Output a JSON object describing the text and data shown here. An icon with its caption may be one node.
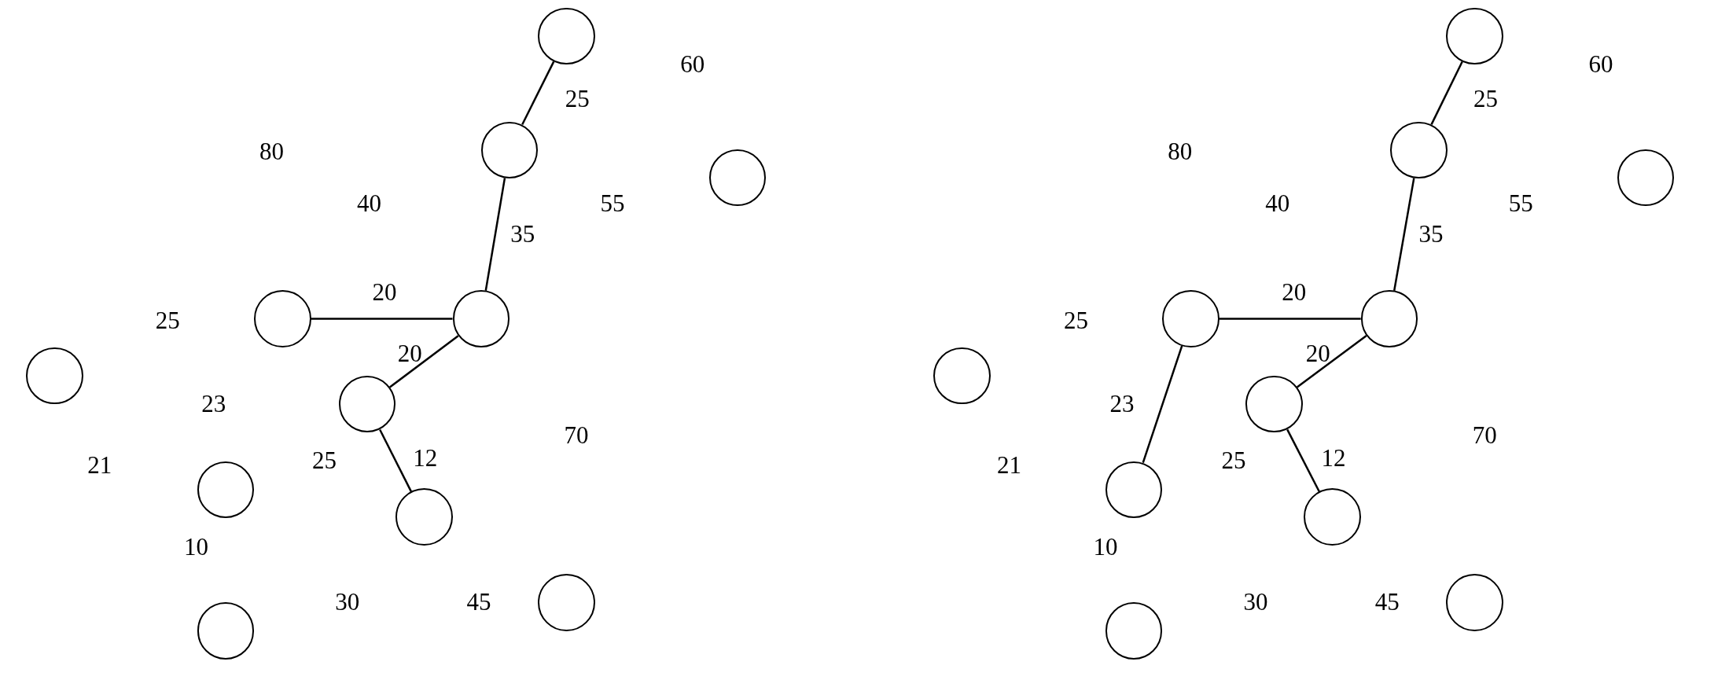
{
  "diagram": {
    "nodes": [
      {
        "text": [],
        "shape": "circle"
      },
      {
        "text": [],
        "shape": "circle"
      },
      {
        "text": [],
        "shape": "circle"
      },
      {
        "text": [],
        "shape": "circle"
      },
      {
        "text": [],
        "shape": "circle"
      },
      {
        "text": [],
        "shape": "circle"
      },
      {
        "text": [],
        "shape": "circle"
      },
      {
        "text": [],
        "shape": "circle"
      },
      {
        "text": [],
        "shape": "circle"
      },
      {
        "text": [],
        "shape": "circle"
      },
      {
        "text": [],
        "shape": "circle"
      },
      {
        "text": [],
        "shape": "circle"
      },
      {
        "text": [],
        "shape": "circle"
      },
      {
        "text": [],
        "shape": "circle"
      },
      {
        "text": [],
        "shape": "circle"
      },
      {
        "text": [],
        "shape": "circle"
      },
      {
        "text": [],
        "shape": "circle"
      },
      {
        "text": [],
        "shape": "circle"
      },
      {
        "text": [],
        "shape": "circle"
      },
      {
        "text": [],
        "shape": "circle"
      },
      {
        "text": [],
        "shape": "circle"
      },
      {
        "text": [],
        "shape": "circle"
      }
    ],
    "edges": [
      {
        "from": 0,
        "to": 1,
        "arrow": "none",
        "label": "25"
      },
      {
        "from": 1,
        "to": 4,
        "arrow": "none",
        "label": "35"
      },
      {
        "from": 3,
        "to": 4,
        "arrow": "none",
        "label": "20"
      },
      {
        "from": 4,
        "to": 6,
        "arrow": "none",
        "label": "20"
      },
      {
        "from": 6,
        "to": 8,
        "arrow": "none",
        "label": "12"
      },
      {
        "from": 11,
        "to": 12,
        "arrow": "none",
        "label": "25"
      },
      {
        "from": 12,
        "to": 15,
        "arrow": "none",
        "label": "35"
      },
      {
        "from": 14,
        "to": 15,
        "arrow": "none",
        "label": "20"
      },
      {
        "from": 15,
        "to": 17,
        "arrow": "none",
        "label": "20"
      },
      {
        "from": 17,
        "to": 19,
        "arrow": "none",
        "label": "12"
      },
      {
        "from": 14,
        "to": 18,
        "arrow": "none",
        "label": "23"
      }
    ],
    "labels": [
      "60",
      "80",
      "40",
      "55",
      "25",
      "23",
      "70",
      "21",
      "25",
      "10",
      "30",
      "45",
      "60",
      "80",
      "40",
      "55",
      "25",
      "70",
      "21",
      "25",
      "10",
      "30",
      "45"
    ]
  }
}
